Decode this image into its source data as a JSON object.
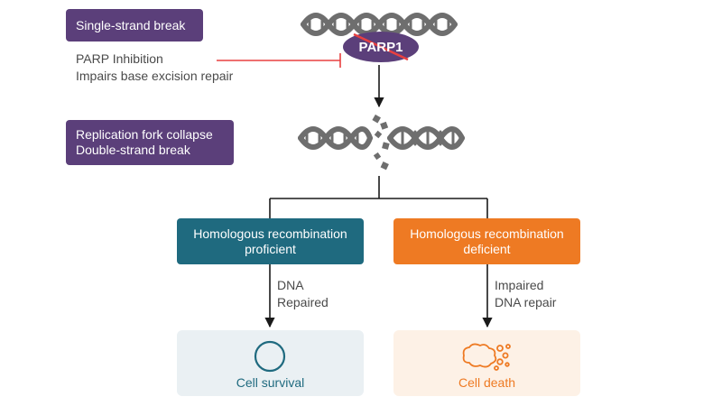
{
  "colors": {
    "purple": "#5b3f7a",
    "teal": "#1f6a7f",
    "orange": "#ee7a23",
    "red": "#e84040",
    "dna_gray": "#6e6e6e",
    "line": "#1a1a1a"
  },
  "steps": {
    "single_strand": {
      "label": "Single-strand break"
    },
    "parp": {
      "enzyme_label": "PARP1",
      "note_line1": "PARP Inhibition",
      "note_line2": "Impairs base excision repair"
    },
    "fork_collapse": {
      "line1": "Replication fork collapse",
      "line2": "Double-strand break"
    }
  },
  "branches": {
    "proficient": {
      "line1": "Homologous recombination",
      "line2": "proficient",
      "note_line1": "DNA",
      "note_line2": "Repaired",
      "outcome": "Cell survival",
      "outcome_icon": "intact-cell-icon"
    },
    "deficient": {
      "line1": "Homologous recombination",
      "line2": "deficient",
      "note_line1": "Impaired",
      "note_line2": "DNA repair",
      "outcome": "Cell death",
      "outcome_icon": "fragmented-cell-icon"
    }
  }
}
